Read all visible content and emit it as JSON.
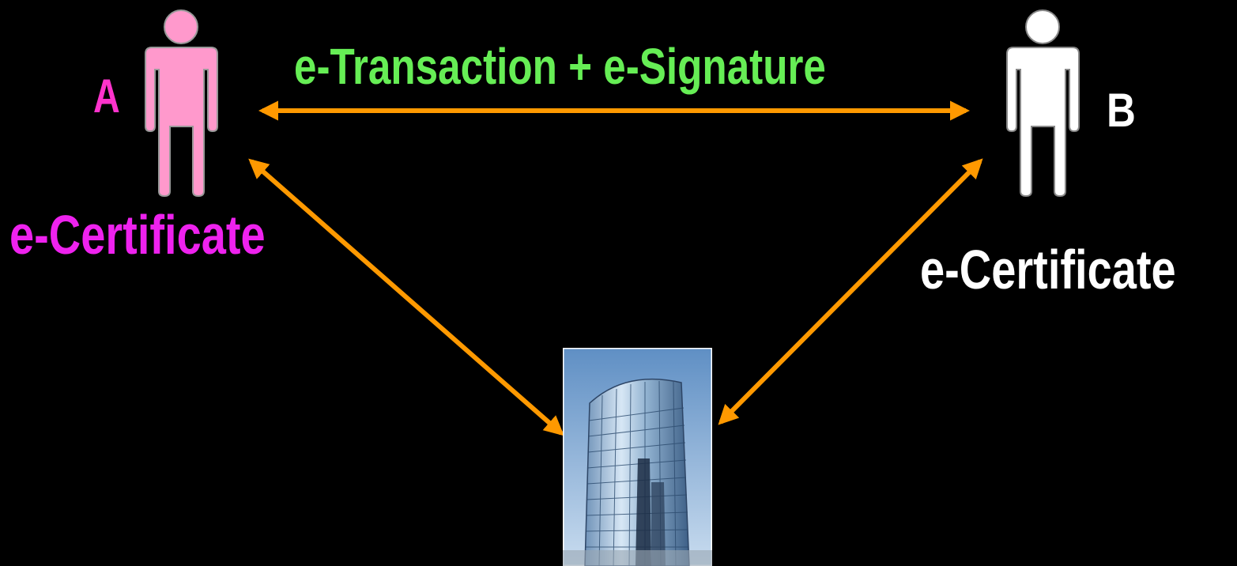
{
  "diagram": {
    "party_a": {
      "letter": "A",
      "certificate_label": "e-Certificate",
      "figure_color": "#ff99cc",
      "text_color": "#ff33cc"
    },
    "party_b": {
      "letter": "B",
      "certificate_label": "e-Certificate",
      "figure_color": "#ffffff",
      "text_color": "#ffffff"
    },
    "transaction_label": "e-Transaction + e-Signature",
    "colors": {
      "background": "#000000",
      "arrow": "#ff9900",
      "transaction_text": "#66ee55"
    },
    "center_node_icon": "office-building-icon"
  }
}
